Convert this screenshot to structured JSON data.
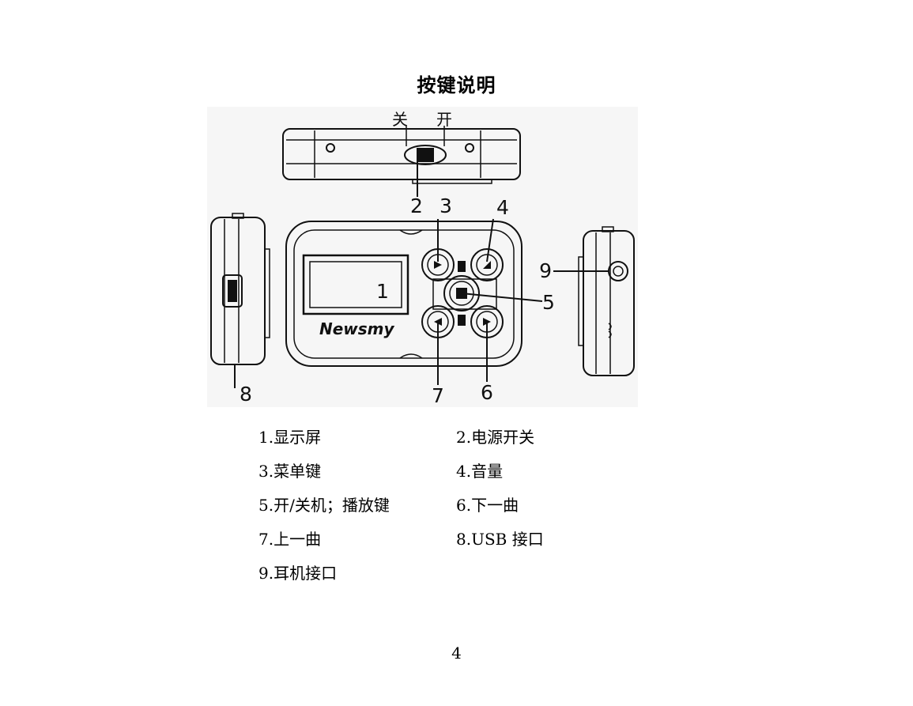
{
  "page": {
    "title": "按键说明",
    "page_number": "4"
  },
  "figure": {
    "switch_off_label": "关",
    "switch_on_label": "开",
    "brand": "Newsmy",
    "callouts": [
      "1",
      "2",
      "3",
      "4",
      "5",
      "6",
      "7",
      "8",
      "9"
    ]
  },
  "legend": {
    "items": [
      "1.显示屏",
      "2.电源开关",
      "3.菜单键",
      "4.音量",
      "5.开/关机；播放键",
      "6.下一曲",
      "7.上一曲",
      "8.USB 接口",
      "9.耳机接口"
    ]
  }
}
